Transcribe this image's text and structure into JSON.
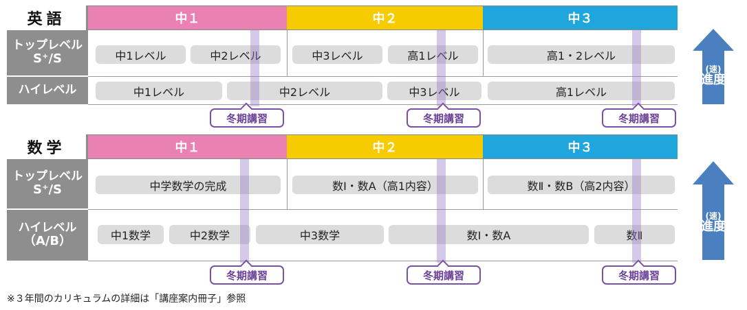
{
  "subjects": {
    "english": {
      "title": "英語",
      "grades": [
        "中１",
        "中２",
        "中３"
      ],
      "rows": [
        {
          "label_lines": [
            "トップレベル",
            "S⁺/S"
          ],
          "pills": [
            "中1レベル",
            "中2レベル",
            "中3レベル",
            "高1レベル",
            "高1・2レベル"
          ]
        },
        {
          "label_lines": [
            "ハイレベル"
          ],
          "pills": [
            "中1レベル",
            "中2レベル",
            "中3レベル",
            "高1レベル"
          ]
        }
      ],
      "winter_label": "冬期講習",
      "speed_label": [
        "(速)",
        "進度"
      ]
    },
    "math": {
      "title": "数学",
      "grades": [
        "中１",
        "中２",
        "中３"
      ],
      "rows": [
        {
          "label_lines": [
            "トップレベル",
            "S⁺/S"
          ],
          "pills": [
            "中学数学の完成",
            "数Ⅰ・数A（高1内容）",
            "数Ⅱ・数B（高2内容）"
          ]
        },
        {
          "label_lines": [
            "ハイレベル",
            "（A/B）"
          ],
          "pills": [
            "中1数学",
            "中2数学",
            "中3数学",
            "数Ⅰ・数A",
            "数Ⅱ"
          ]
        }
      ],
      "winter_label": "冬期講習",
      "speed_label": [
        "(速)",
        "進度"
      ]
    }
  },
  "colors": {
    "grade1": "#e981b3",
    "grade2": "#f6cb00",
    "grade3": "#1fa6dc",
    "row_label_bg": "#8e8e8e",
    "pill_bg": "#dcdcdc",
    "winter_border": "#7a4fa6",
    "arrow": "#4a80c0"
  },
  "footnote": "※３年間のカリキュラムの詳細は「講座案内冊子」参照"
}
